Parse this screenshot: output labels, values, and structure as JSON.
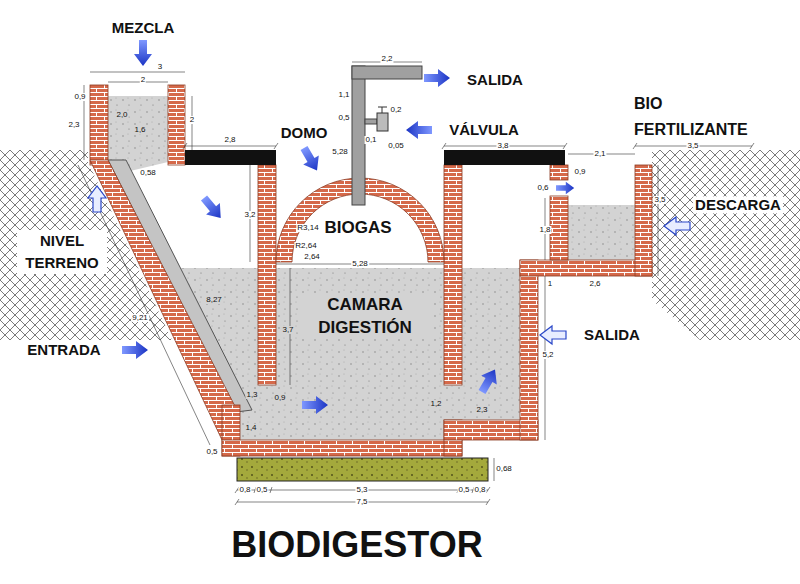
{
  "diagram": {
    "title": "BIODIGESTOR",
    "labels": [
      "MEZCLA",
      "3",
      "2",
      "0,9",
      "2,3",
      "2",
      "2,0",
      "1,6",
      "0,58",
      "2,8",
      "SALIDA",
      "2,2",
      "1,1",
      "0,5",
      "0,2",
      "0,05",
      "0,1",
      "DOMO",
      "VÁLVULA",
      "5,28",
      "BIO FERTILIZANTE",
      "3,8",
      "0,9",
      "2,1",
      "3,5",
      "0,6",
      "DESCARGA",
      "3,5",
      "BIOGAS",
      "R3,14",
      "R2,64",
      "5,28",
      "2,64",
      "3,2",
      "CAMARA DIGESTIÓN",
      "3,7",
      "NIVEL TERRENO",
      "8,27",
      "9,21",
      "ENTRADA",
      "1,3",
      "0,9",
      "1,4",
      "0,5",
      "1,2",
      "2,3",
      "SALIDA",
      "5,2",
      "0,68",
      "0,8",
      "0,5",
      "5,3",
      "0,5",
      "0,8",
      "7,5",
      "1,8",
      "1",
      "2,6"
    ]
  }
}
